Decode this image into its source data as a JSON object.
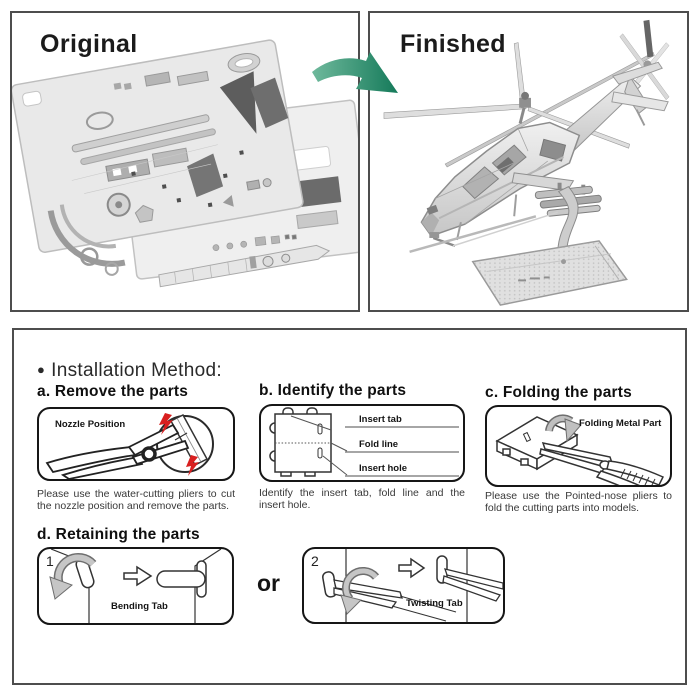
{
  "panels": {
    "original": {
      "title": "Original"
    },
    "finished": {
      "title": "Finished"
    }
  },
  "installation": {
    "bullet": "●",
    "title": "Installation Method:",
    "steps": {
      "a": {
        "heading": "a. Remove the parts",
        "diagram_label": "Nozzle Position",
        "caption": "Please use the water-cutting pliers to cut the nozzle position and remove the parts."
      },
      "b": {
        "heading": "b. Identify the parts",
        "labels": [
          "Insert tab",
          "Fold line",
          "Insert hole"
        ],
        "caption": "Identify the insert tab, fold line and the insert hole."
      },
      "c": {
        "heading": "c. Folding the parts",
        "diagram_label": "Folding Metal Part",
        "caption": "Please use the Pointed-nose pliers to fold the cutting parts into models."
      },
      "d": {
        "heading": "d. Retaining the parts",
        "separator": "or",
        "options": [
          {
            "number": "1",
            "label": "Bending Tab"
          },
          {
            "number": "2",
            "label": "Twisting Tab"
          }
        ]
      }
    }
  },
  "colors": {
    "accent_green": "#1f8a68",
    "alert_red": "#d81f1f",
    "panel_border": "#4d4d4d",
    "box_border": "#161616"
  }
}
